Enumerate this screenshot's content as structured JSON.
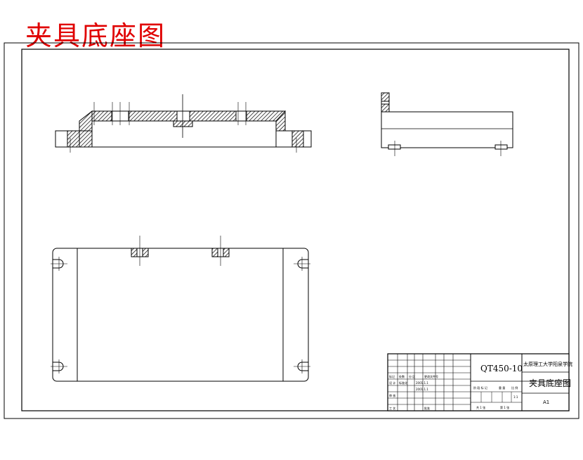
{
  "title": "夹具底座图",
  "title_color": "#e00000",
  "title_block": {
    "drawing_number": "QT450-10",
    "institution": "太原理工大学阳泉学院",
    "part_name": "夹具底座图",
    "material": "A1",
    "scale": "1:1",
    "sheet_total": "共 1 张",
    "sheet_current": "第 1 张",
    "headers": [
      "标记",
      "处数",
      "分 区",
      "更改文件号"
    ],
    "row_labels": [
      "设 计",
      "审 核",
      "工 艺"
    ],
    "standardization": "标准化",
    "date_1": "2001.1.1",
    "date_2": "2001.1.1",
    "approval": "批准",
    "stage_labels": [
      "阶 段 标 记",
      "重 量",
      "比 例"
    ]
  }
}
